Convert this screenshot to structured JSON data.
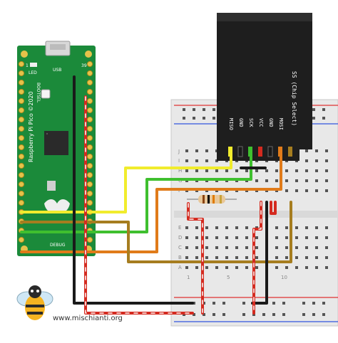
{
  "pico": {
    "labels": {
      "led": "LED",
      "usb": "USB",
      "pin_one": "1",
      "pin_thirtynine": "39",
      "bootsel": "BOOTSEL",
      "board_name": "Raspberry Pi Pico ©2020",
      "debug": "DEBUG"
    },
    "board_color": "#1b8a3a",
    "pad_color": "#e5c24a"
  },
  "sd_module": {
    "title": "SS (Chip Select)",
    "pins": [
      "MISO",
      "GND",
      "SCK",
      "VCC",
      "GND",
      "MOSI"
    ],
    "body_color": "#1e1e1e"
  },
  "breadboard": {
    "row_labels": [
      "J",
      "I",
      "H",
      "G",
      "F",
      "E",
      "D",
      "C",
      "B",
      "A"
    ],
    "column_labels": [
      "1",
      "5",
      "10"
    ],
    "rail_colors": {
      "positive": "#d33",
      "negative": "#35d"
    }
  },
  "resistor": {
    "band_colors": [
      "#8b4513",
      "#000000",
      "#e07b00",
      "#c9a23a"
    ]
  },
  "wires": {
    "colors": {
      "yellow": "#f1ec2d",
      "green": "#3fbf2f",
      "orange": "#e07b1a",
      "olive": "#a67d1f",
      "black": "#1a1a1a",
      "red": "#d42a1f",
      "red_stripe": "#ffffff"
    }
  },
  "footer": {
    "site": "www.mischianti.org"
  }
}
